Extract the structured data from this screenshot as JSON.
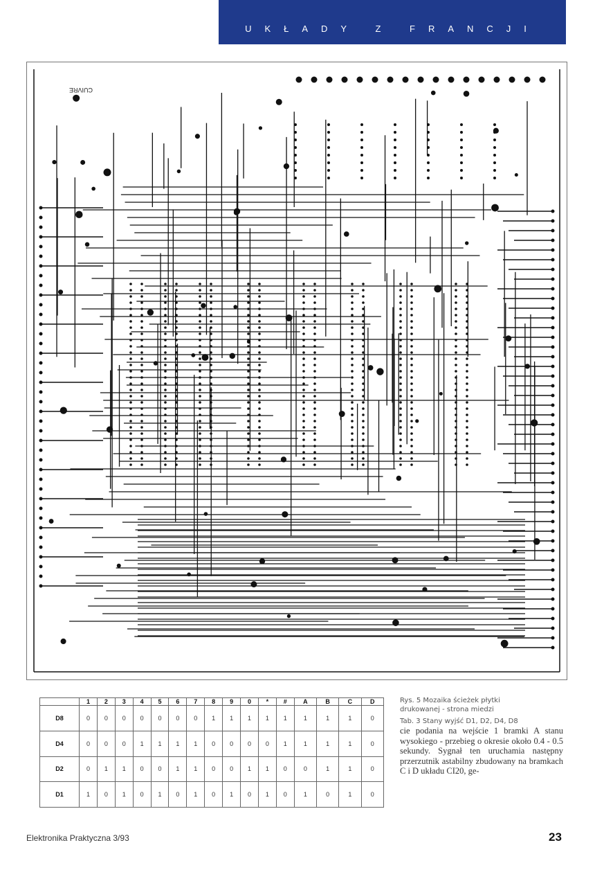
{
  "header": {
    "section_title": "UKŁADY Z FRANCJI",
    "color": "#1f3a8c"
  },
  "pcb": {
    "label": "CUIVRE"
  },
  "table": {
    "columns": [
      "1",
      "2",
      "3",
      "4",
      "5",
      "6",
      "7",
      "8",
      "9",
      "0",
      "*",
      "#",
      "A",
      "B",
      "C",
      "D"
    ],
    "rows": [
      {
        "label": "D8",
        "values": [
          "0",
          "0",
          "0",
          "0",
          "0",
          "0",
          "0",
          "1",
          "1",
          "1",
          "1",
          "1",
          "1",
          "1",
          "1",
          "0"
        ]
      },
      {
        "label": "D4",
        "values": [
          "0",
          "0",
          "0",
          "1",
          "1",
          "1",
          "1",
          "0",
          "0",
          "0",
          "0",
          "1",
          "1",
          "1",
          "1",
          "0"
        ]
      },
      {
        "label": "D2",
        "values": [
          "0",
          "1",
          "1",
          "0",
          "0",
          "1",
          "1",
          "0",
          "0",
          "1",
          "1",
          "0",
          "0",
          "1",
          "1",
          "0"
        ]
      },
      {
        "label": "D1",
        "values": [
          "1",
          "0",
          "1",
          "0",
          "1",
          "0",
          "1",
          "0",
          "1",
          "0",
          "1",
          "0",
          "1",
          "0",
          "1",
          "0"
        ]
      }
    ]
  },
  "caption": {
    "figure": "Rys. 5 Mozaika ścieżek płytki drukowanej - strona miedzi",
    "table": "Tab. 3 Stany wyjść D1, D2, D4, D8"
  },
  "body_text": "cie podania na wejście 1 bramki A stanu wysokiego - przebieg o okresie około 0.4 - 0.5 sekundy. Sygnał ten uruchamia następny przerzutnik astabilny zbudowany na bramkach C i D układu CI20, ge-",
  "footer": {
    "magazine": "Elektronika Praktyczna 3/93",
    "page": "23"
  }
}
